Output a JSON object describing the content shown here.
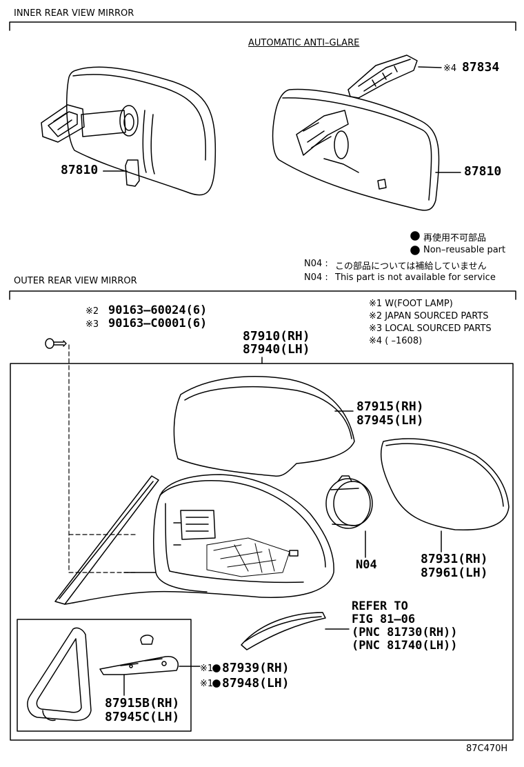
{
  "sections": {
    "inner_title": "INNER REAR VIEW MIRROR",
    "outer_title": "OUTER REAR VIEW MIRROR",
    "auto_anti_glare": "AUTOMATIC ANTI–GLARE"
  },
  "inner_parts": {
    "p87834_mark": "※4",
    "p87834": "87834",
    "p87810_left": "87810",
    "p87810_right": "87810"
  },
  "legend": {
    "nonreusable_jp": "再使用不可部品",
    "nonreusable_en": "Non–reusable part",
    "n04_jp_label": "N04 :",
    "n04_jp_text": "この部品については補給していません",
    "n04_en_label": "N04 :",
    "n04_en_text": "This part is not available for service"
  },
  "footnotes": [
    "※1 W(FOOT LAMP)",
    "※2 JAPAN SOURCED PARTS",
    "※3 LOCAL SOURCED PARTS",
    "※4 (      –1608)"
  ],
  "outer_parts": {
    "screw1_mark": "※2",
    "screw1": "90163–60024(6)",
    "screw2_mark": "※3",
    "screw2": "90163–C0001(6)",
    "assy_rh": "87910(RH)",
    "assy_lh": "87940(LH)",
    "cover_rh": "87915(RH)",
    "cover_lh": "87945(LH)",
    "n04": "N04",
    "mirror_rh": "87931(RH)",
    "mirror_lh": "87961(LH)",
    "refer_1": "REFER TO",
    "refer_2": "FIG 81–06",
    "refer_3": "(PNC 81730(RH))",
    "refer_4": "(PNC 81740(LH))",
    "lamp_mark": "※1",
    "lamp_rh": "87939(RH)",
    "lamp_lh": "87948(LH)",
    "base_rh": "87915B(RH)",
    "base_lh": "87945C(LH)"
  },
  "figure_code": "87C470H"
}
